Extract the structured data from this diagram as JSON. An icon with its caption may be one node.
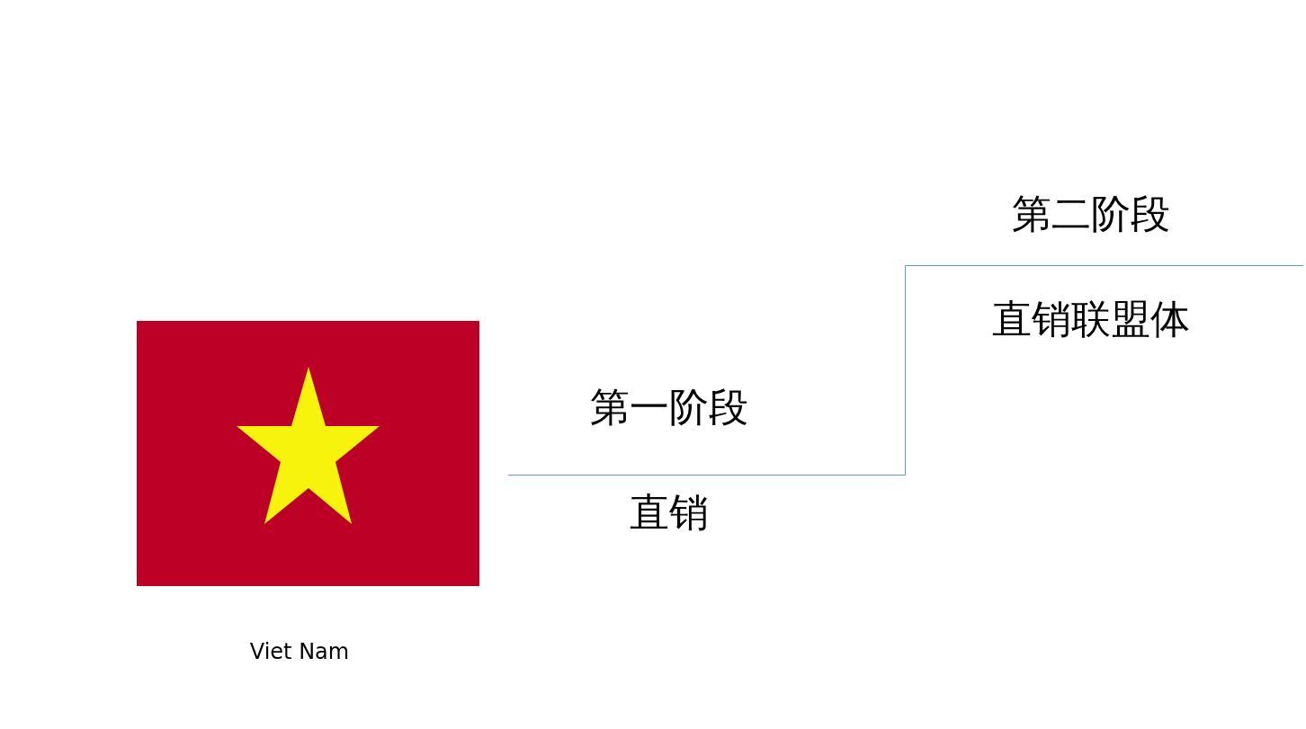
{
  "diagram": {
    "labels": [
      "Viet Nam",
      "第一阶段",
      "直销",
      "第二阶段",
      "直销联盟体"
    ]
  }
}
